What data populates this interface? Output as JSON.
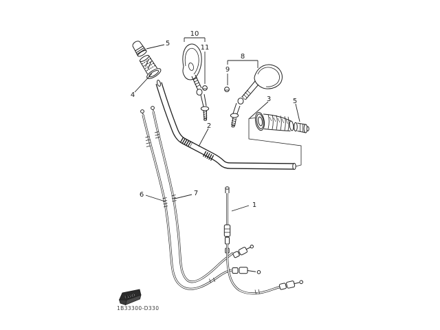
{
  "page": {
    "background_color": "#ffffff",
    "line_color": "#1f1f1f",
    "description_type": "exploded-parts-line-diagram"
  },
  "footer": {
    "fwd_badge_label": "FWD",
    "drawing_number": "1B33300-D330"
  },
  "callouts": [
    {
      "label": "1",
      "points_to": "clutch-cable"
    },
    {
      "label": "2",
      "points_to": "handlebar"
    },
    {
      "label": "3",
      "points_to": "throttle-grip"
    },
    {
      "label": "4",
      "points_to": "left-handle-grip"
    },
    {
      "label": "5",
      "points_to": "left-handlebar-end-cap"
    },
    {
      "label": "5",
      "points_to": "right-handlebar-end-cap"
    },
    {
      "label": "6",
      "points_to": "throttle-cable-outer"
    },
    {
      "label": "7",
      "points_to": "throttle-cable-inner"
    },
    {
      "label": "8",
      "points_to": "right-mirror-assembly"
    },
    {
      "label": "9",
      "points_to": "right-mirror-nut"
    },
    {
      "label": "10",
      "points_to": "left-mirror-assembly"
    },
    {
      "label": "11",
      "points_to": "left-mirror-nut"
    }
  ]
}
